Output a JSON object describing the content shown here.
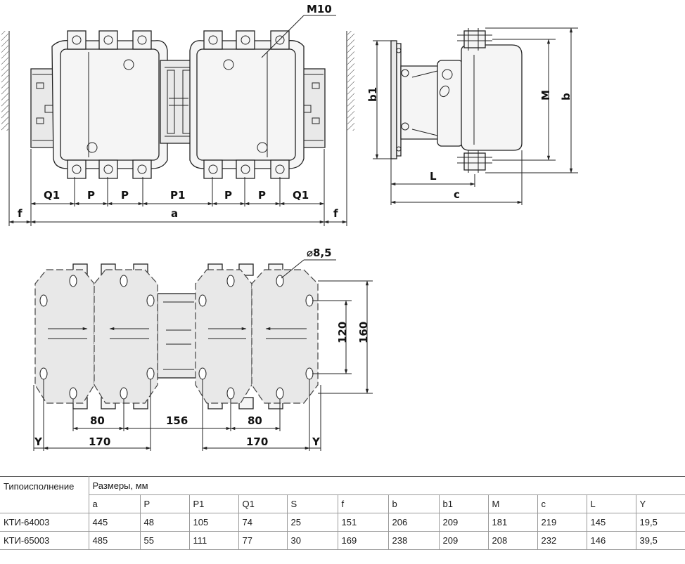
{
  "labels": {
    "top_thread": "M10",
    "hole_diameter": "⌀8,5",
    "front_dims": [
      "Q1",
      "P",
      "P",
      "P1",
      "P",
      "P",
      "Q1"
    ],
    "front_f_left": "f",
    "front_a": "a",
    "front_f_right": "f",
    "side_b1": "b1",
    "side_M": "M",
    "side_b": "b",
    "side_L": "L",
    "side_c": "c",
    "mount_80_left": "80",
    "mount_156": "156",
    "mount_80_right": "80",
    "mount_Y_left": "Y",
    "mount_170_left": "170",
    "mount_170_right": "170",
    "mount_Y_right": "Y",
    "mount_120": "120",
    "mount_160": "160"
  },
  "table": {
    "type_header": "Типоисполнение",
    "sizes_header": "Размеры, мм",
    "columns": [
      "a",
      "P",
      "P1",
      "Q1",
      "S",
      "f",
      "b",
      "b1",
      "M",
      "c",
      "L",
      "Y"
    ],
    "rows": [
      {
        "name": "КТИ-64003",
        "values": [
          "445",
          "48",
          "105",
          "74",
          "25",
          "151",
          "206",
          "209",
          "181",
          "219",
          "145",
          "19,5"
        ]
      },
      {
        "name": "КТИ-65003",
        "values": [
          "485",
          "55",
          "111",
          "77",
          "30",
          "169",
          "238",
          "209",
          "208",
          "232",
          "146",
          "39,5"
        ]
      }
    ]
  }
}
